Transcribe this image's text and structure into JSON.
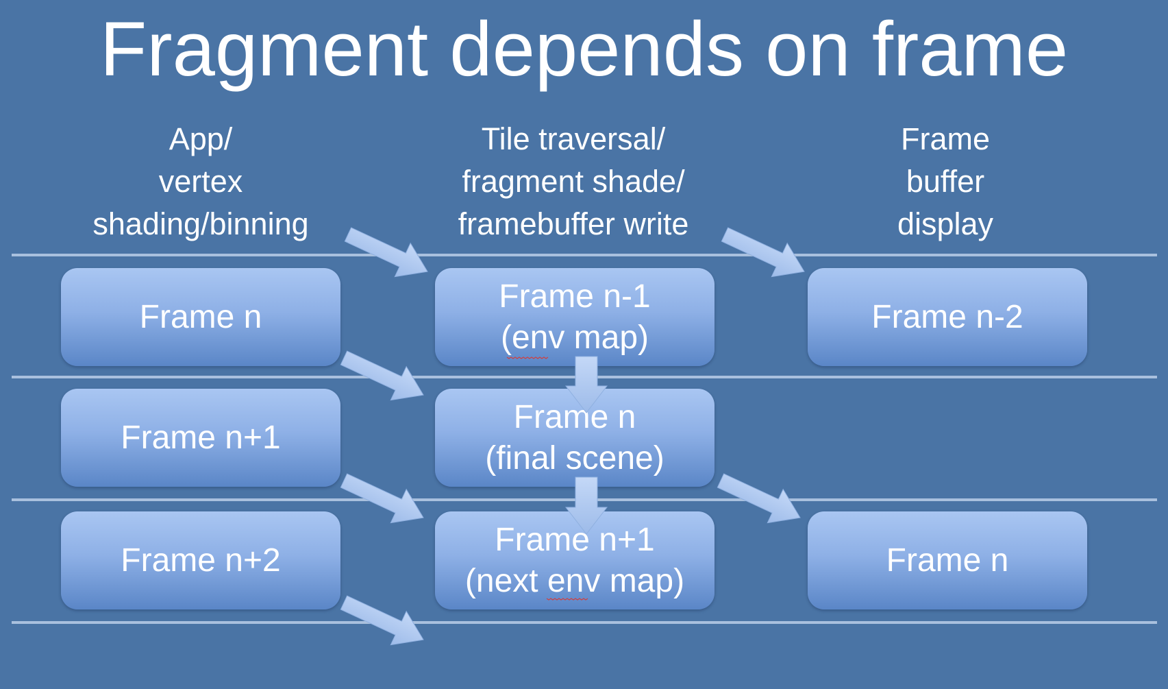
{
  "title": "Fragment depends on frame",
  "columns": {
    "app": [
      "App/",
      "vertex",
      "shading/binning"
    ],
    "tile": [
      "Tile traversal/",
      "fragment shade/",
      "framebuffer write"
    ],
    "framebuffer": [
      "Frame",
      "buffer",
      "display"
    ]
  },
  "rows": [
    {
      "app": [
        "Frame n"
      ],
      "tile": [
        "Frame n-1",
        "(env map)"
      ],
      "framebuffer": [
        "Frame n-2"
      ]
    },
    {
      "app": [
        "Frame n+1"
      ],
      "tile": [
        "Frame n",
        "(final scene)"
      ],
      "framebuffer": []
    },
    {
      "app": [
        "Frame n+2"
      ],
      "tile": [
        "Frame n+1",
        "(next env map)"
      ],
      "framebuffer": [
        "Frame n"
      ]
    }
  ],
  "colors": {
    "background": "#4a74a5",
    "rule": "#a9c0de",
    "box_top": "#a9c6f2",
    "box_bottom": "#5a86c7",
    "arrow": "#b5cdf3",
    "text": "#ffffff"
  }
}
